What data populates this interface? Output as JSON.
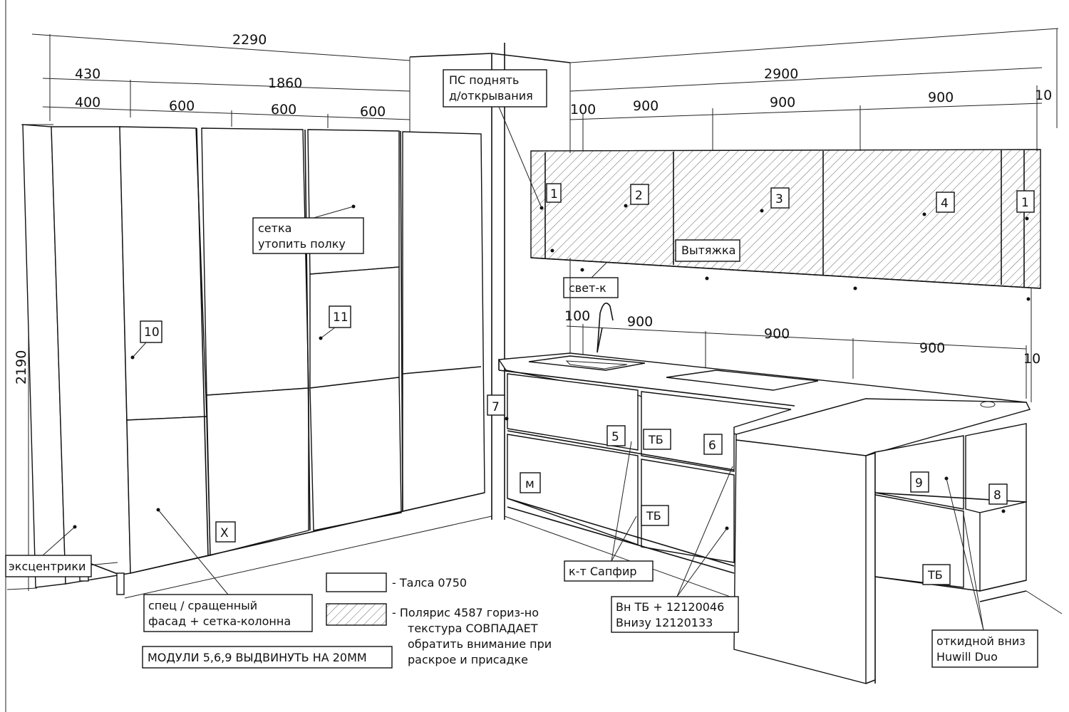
{
  "dimensions": {
    "total_left": "2290",
    "d430": "430",
    "d1860": "1860",
    "d400": "400",
    "d600a": "600",
    "d600b": "600",
    "d600c": "600",
    "height": "2190",
    "total_right": "2900",
    "u_edge_left": "100",
    "u900a": "900",
    "u900b": "900",
    "u900c": "900",
    "u_edge_right": "10",
    "b_edge_left": "100",
    "b900a": "900",
    "b900b": "900",
    "b900c": "900",
    "b_edge_right": "10"
  },
  "module_numbers": {
    "m1_left": "1",
    "m2": "2",
    "m3": "3",
    "m4": "4",
    "m1_right": "1",
    "m5": "5",
    "m6": "6",
    "m7": "7",
    "m8": "8",
    "m9": "9",
    "m10": "10",
    "m11": "11",
    "mx": "X",
    "mm": "м"
  },
  "labels": {
    "ps_line1": "ПС поднять",
    "ps_line2": "д/открывания",
    "setka_line1": "сетка",
    "setka_line2": "утопить полку",
    "vytyazhka": "Вытяжка",
    "svet": "свет-к",
    "tb1": "ТБ",
    "tb2": "ТБ",
    "tb3": "ТБ",
    "ekscentriki": "эксцентрики",
    "spec_line1": "спец / сращенный",
    "spec_line2": "фасад + сетка-колонна",
    "moduli": "МОДУЛИ 5,6,9 ВЫДВИНУТЬ НА 20ММ",
    "sapfir": "к-т Сапфир",
    "vn_line1": "Вн ТБ + 12120046",
    "vn_line2": "Внизу 12120133",
    "otkidnoy_line1": "откидной вниз",
    "otkidnoy_line2": "Huwill Duo"
  },
  "legend": {
    "plain_text": "- Талса 0750",
    "hatched_line1": "- Полярис 4587 гориз-но",
    "hatched_line2": "текстура СОВПАДАЕТ",
    "hatched_line3": "обратить внимание при",
    "hatched_line4": "раскрое и присадке"
  }
}
